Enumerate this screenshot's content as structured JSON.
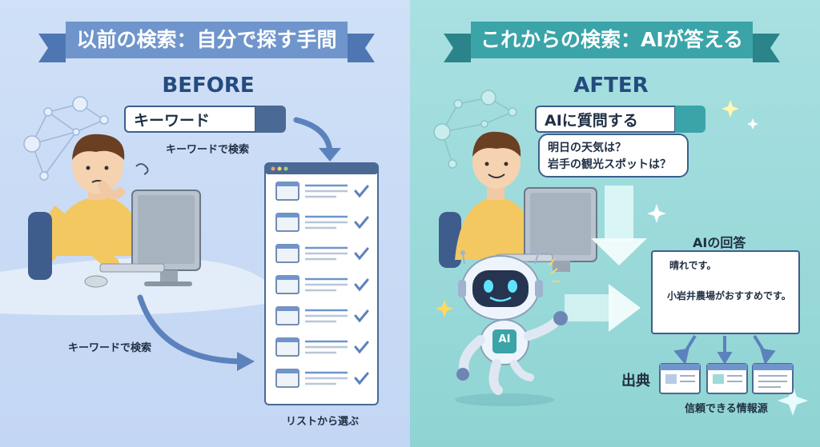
{
  "before": {
    "banner": "以前の検索：自分で探す手間",
    "heading": "BEFORE",
    "search_text": "キーワード",
    "caption_search": "キーワードで検索",
    "caption_keyword": "キーワードで検索",
    "caption_list": "リストから選ぶ"
  },
  "after": {
    "banner": "これからの検索：AIが答える",
    "heading": "AFTER",
    "search_text": "AIに質問する",
    "question_1": "明日の天気は？",
    "question_2": "岩手の観光スポットは？",
    "answer_title": "AIの回答",
    "answer_1": "晴れです。",
    "answer_2": "小岩井農場がおすすめです。",
    "robot_badge": "AI",
    "sources_label": "出典",
    "sources_caption": "信頼できる情報源"
  },
  "colors": {
    "left_bg": "#c8dbf5",
    "right_bg": "#9bd9da",
    "banner_left": "#6f95cc",
    "banner_right": "#3aa4a9",
    "heading": "#244b7f",
    "arrow": "#5b82bc"
  }
}
